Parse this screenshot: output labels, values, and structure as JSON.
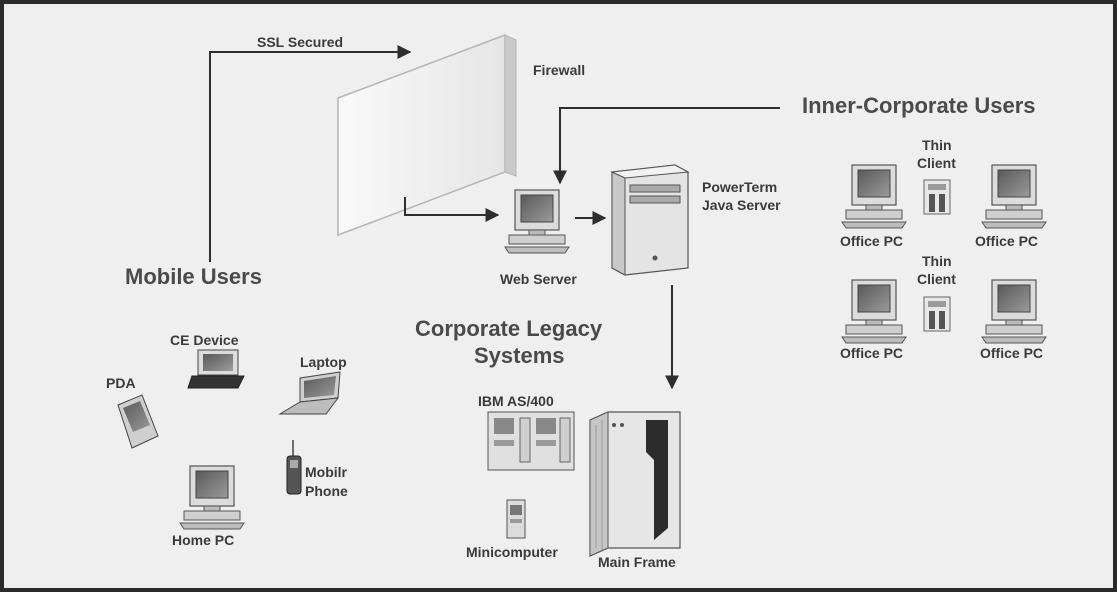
{
  "colors": {
    "background": "#efefef",
    "border": "#2b2b2b",
    "line": "#2e2e2e",
    "text": "#3a3a3a"
  },
  "connection": {
    "ssl_label": "SSL Secured"
  },
  "firewall": {
    "label": "Firewall"
  },
  "inner_corporate": {
    "title": "Inner-Corporate Users",
    "thin_client_1": [
      "Thin",
      "Client"
    ],
    "thin_client_2": [
      "Thin",
      "Client"
    ],
    "office_pc_1": "Office PC",
    "office_pc_2": "Office PC",
    "office_pc_3": "Office PC",
    "office_pc_4": "Office PC"
  },
  "servers": {
    "web_server": "Web Server",
    "powerterm": [
      "PowerTerm",
      "Java Server"
    ]
  },
  "mobile_users": {
    "title": "Mobile Users",
    "ce_device": "CE Device",
    "laptop": "Laptop",
    "pda": "PDA",
    "mobile_phone": [
      "Mobilr",
      "Phone"
    ],
    "home_pc": "Home PC"
  },
  "legacy": {
    "title": [
      "Corporate Legacy",
      "Systems"
    ],
    "as400": "IBM AS/400",
    "minicomputer": "Minicomputer",
    "mainframe": "Main Frame"
  }
}
